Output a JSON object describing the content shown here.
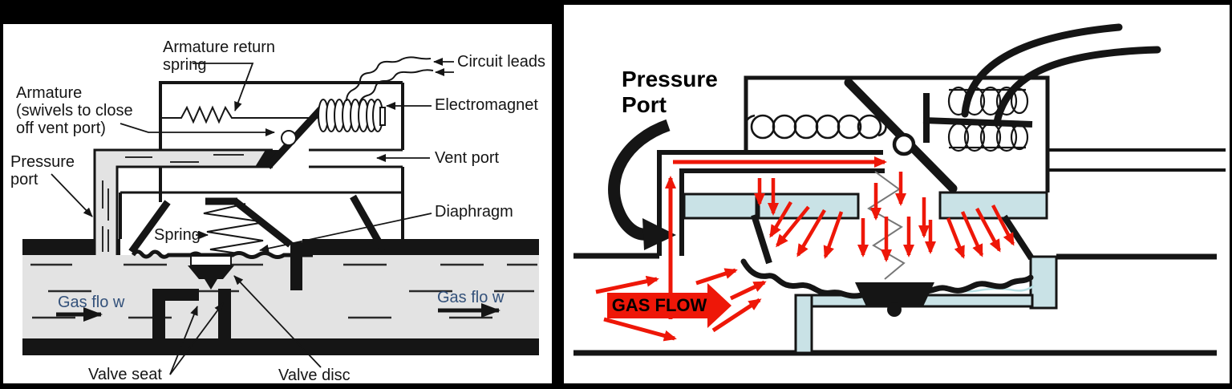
{
  "figure": {
    "description_left": "Labeled cross-section of a solenoid-operated gas valve",
    "description_right": "Gas flow illustration of the same valve with pressure port"
  },
  "colors": {
    "background_frame": "#000000",
    "panel": "#ffffff",
    "line": "#151515",
    "pipe_gray": "#e3e3e3",
    "light_blue": "#c9e2e6",
    "red": "#ee1708",
    "gas_flow_text_blue": "#33517a"
  },
  "left_panel": {
    "labels": {
      "armature_return_spring": "Armature return\nspring",
      "circuit_leads": "Circuit leads",
      "armature": "Armature\n(swivels to close\noff vent port)",
      "electromagnet": "Electromagnet",
      "vent_port": "Vent port",
      "pressure_port": "Pressure\nport",
      "spring": "Spring",
      "diaphragm": "Diaphragm",
      "gas_flow_left": "Gas flo w",
      "gas_flow_right": "Gas flo w",
      "valve_seat": "Valve seat",
      "valve_disc": "Valve disc"
    }
  },
  "right_panel": {
    "labels": {
      "pressure_port": "Pressure\nPort",
      "gas_flow": "GAS FLOW"
    }
  }
}
